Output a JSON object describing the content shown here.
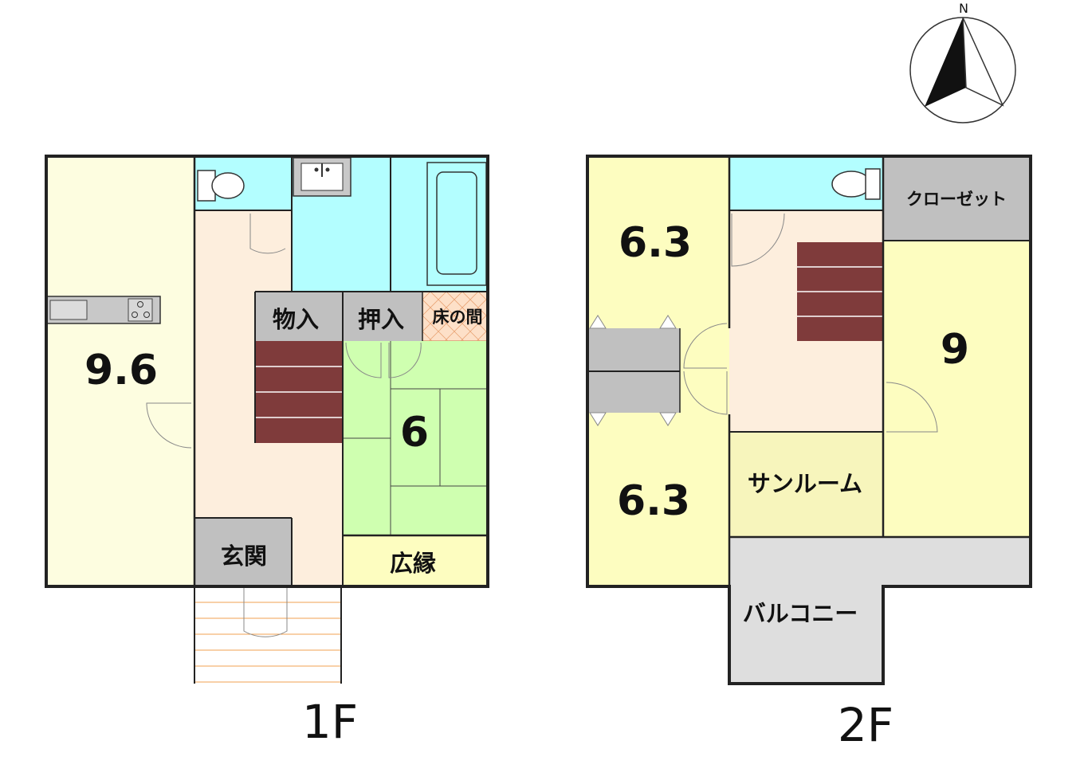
{
  "compass": {
    "north_label": "N"
  },
  "floor_1f": {
    "floor_label": "1F",
    "ldk_size": "9.6",
    "storage_label": "物入",
    "closet_label": "押入",
    "alcove_label": "床の間",
    "tatami_size": "6",
    "entrance_label": "玄関",
    "veranda_label": "広縁"
  },
  "floor_2f": {
    "floor_label": "2F",
    "north_room_size": "6.3",
    "south_room_size": "6.3",
    "closet_label": "クローゼット",
    "east_room_size": "9",
    "sunroom_label": "サンルーム",
    "balcony_label": "バルコニー"
  },
  "colors": {
    "living": "#fdfde0",
    "hall": "#fdeedd",
    "water": "#b3feff",
    "storage": "#c0c0c0",
    "stairs": "#7f3b3b",
    "tatami": "#cfffb0",
    "alcove": "#fde0c8",
    "sunroom": "#f7f5bc",
    "balcony": "#dedede",
    "wall": "#222222"
  }
}
